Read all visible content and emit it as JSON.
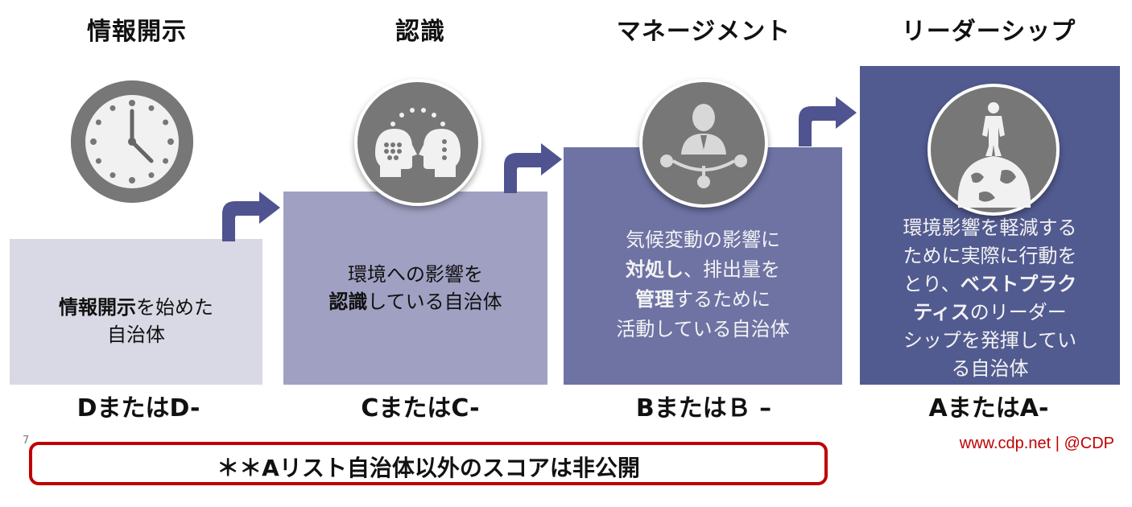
{
  "stages": [
    {
      "title": "情報開示",
      "desc_lines": [
        [
          {
            "t": "情報開示",
            "b": true
          },
          {
            "t": "を始めた",
            "b": false
          }
        ],
        [
          {
            "t": "自治体",
            "b": false
          }
        ]
      ],
      "score": "DまたはD-",
      "icon": "clock-icon",
      "color": "#d9d9e5"
    },
    {
      "title": "認識",
      "desc_lines": [
        [
          {
            "t": "環境への影響を",
            "b": false
          }
        ],
        [
          {
            "t": "認識",
            "b": true
          },
          {
            "t": "している自治体",
            "b": false
          }
        ]
      ],
      "score": "CまたはC-",
      "icon": "two-heads-icon",
      "color": "#a0a1c2"
    },
    {
      "title": "マネージメント",
      "desc_lines": [
        [
          {
            "t": "気候変動の影響に",
            "b": false
          }
        ],
        [
          {
            "t": "対処し",
            "b": true
          },
          {
            "t": "、排出量を",
            "b": false
          }
        ],
        [
          {
            "t": "管理",
            "b": true
          },
          {
            "t": "するために",
            "b": false
          }
        ],
        [
          {
            "t": "活動している自治体",
            "b": false
          }
        ]
      ],
      "score": "BまたはＢ –",
      "icon": "manager-network-icon",
      "color": "#6e73a4"
    },
    {
      "title": "リーダーシップ",
      "desc_lines": [
        [
          {
            "t": "環境影響を軽減する",
            "b": false
          }
        ],
        [
          {
            "t": "ために実際に行動を",
            "b": false
          }
        ],
        [
          {
            "t": "とり、",
            "b": false
          },
          {
            "t": "ベストプラク",
            "b": true
          }
        ],
        [
          {
            "t": "ティス",
            "b": true
          },
          {
            "t": "のリーダー",
            "b": false
          }
        ],
        [
          {
            "t": "シップを発揮してい",
            "b": false
          }
        ],
        [
          {
            "t": "る自治体",
            "b": false
          }
        ]
      ],
      "score": "AまたはA-",
      "icon": "person-on-globe-icon",
      "color": "#525b90"
    }
  ],
  "page_number": "7",
  "footer_link": "www.cdp.net | @CDP",
  "notice": "＊＊Aリスト自治体以外のスコアは非公開",
  "colors": {
    "arrow": "#4f5390",
    "icon_circle": "#777777",
    "notice_border": "#c00000",
    "link": "#c00000"
  }
}
